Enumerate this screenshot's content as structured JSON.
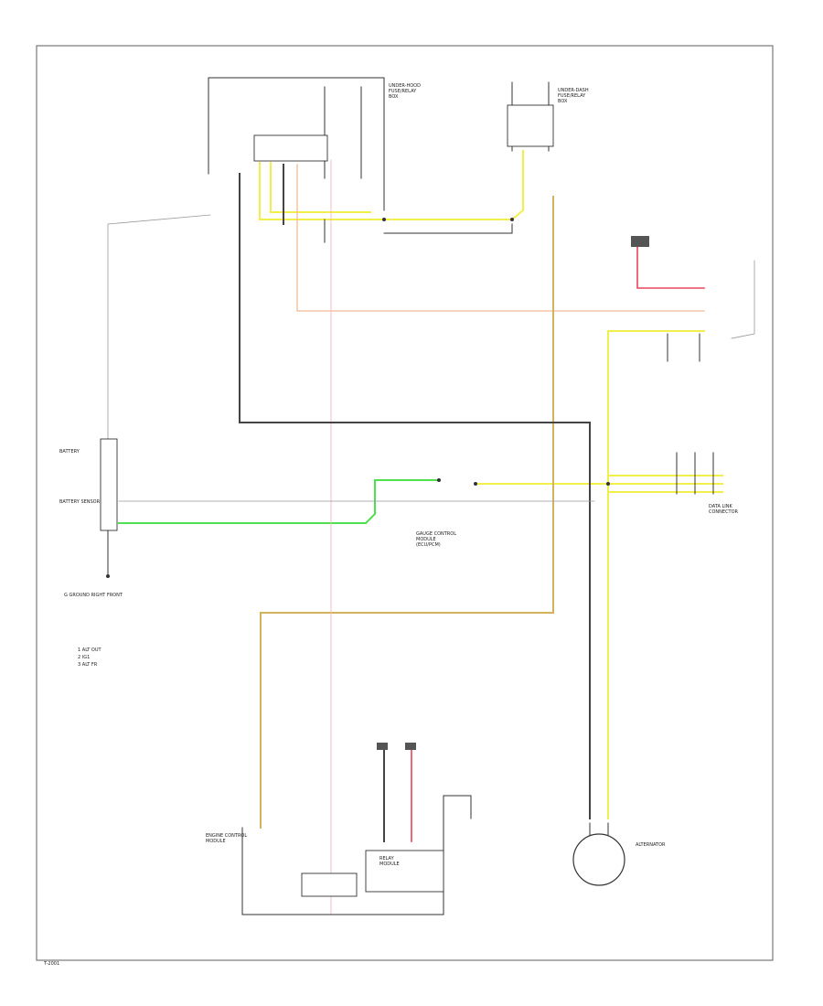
{
  "colors": {
    "yellow": "#f2ef4a",
    "orange": "#f2ba95",
    "green": "#4fe04f",
    "olive": "#d2b25a",
    "red": "#e8455a",
    "pink": "#f0b8c4",
    "dark": "#444444",
    "gray": "#9a9a9a"
  },
  "labels": {
    "under_hood_fuse": [
      "UNDER-HOOD",
      "FUSE/RELAY",
      "BOX"
    ],
    "under_dash_fuse": [
      "UNDER-DASH",
      "FUSE/RELAY",
      "BOX"
    ],
    "battery": "BATTERY",
    "battery_sensor": "BATTERY SENSOR",
    "ground_right_front": "G  GROUND RIGHT FRONT",
    "alternator": "ALTERNATOR",
    "engine_control_unit": [
      "ENGINE CONTROL",
      "MODULE"
    ],
    "data_link_connector": [
      "DATA LINK",
      "CONNECTOR"
    ],
    "gauge_control_module": [
      "GAUGE CONTROL",
      "MODULE",
      "(ECU/PCM)"
    ],
    "relay_module": [
      "RELAY",
      "MODULE"
    ],
    "legend": [
      "1  ALT OUT",
      "2  IG1",
      "3  ALT FR"
    ],
    "bottom_code": "T-2001"
  }
}
